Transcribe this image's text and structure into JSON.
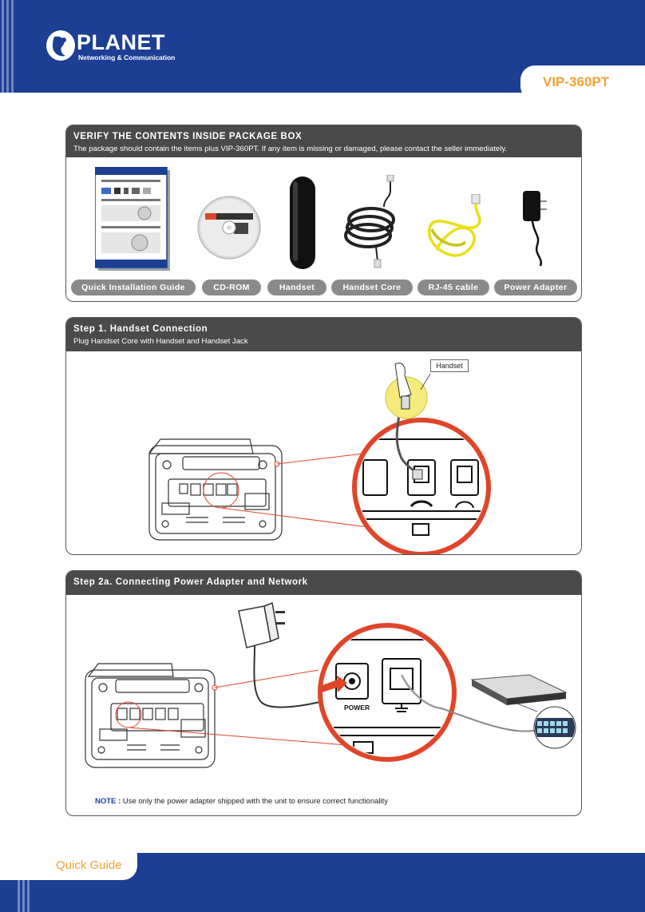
{
  "header": {
    "brand": "PLANET",
    "tagline": "Networking & Communication",
    "model": "VIP-360PT"
  },
  "package": {
    "title": "VERIFY THE CONTENTS INSIDE PACKAGE BOX",
    "subtitle": "The package should contain the items plus VIP-360PT. If any item is missing or damaged, please contact the seller immediately.",
    "items": [
      {
        "label": "Quick Installation Guide"
      },
      {
        "label": "CD-ROM"
      },
      {
        "label": "Handset"
      },
      {
        "label": "Handset Core"
      },
      {
        "label": "RJ-45 cable"
      },
      {
        "label": "Power Adapter"
      }
    ]
  },
  "step1": {
    "title": "Step 1. Handset Connection",
    "subtitle": "Plug Handset Core with Handset and Handset Jack",
    "callout": "Handset"
  },
  "step2a": {
    "title": "Step 2a. Connecting Power Adapter and Network",
    "power_label": "POWER",
    "note_label": "NOTE :",
    "note_text": " Use only the power adapter shipped with the unit to ensure correct functionality"
  },
  "footer": {
    "label": "Quick Guide"
  },
  "colors": {
    "brand_blue": "#1c3f94",
    "accent_orange": "#f2a233",
    "highlight_red": "#e0452a"
  }
}
